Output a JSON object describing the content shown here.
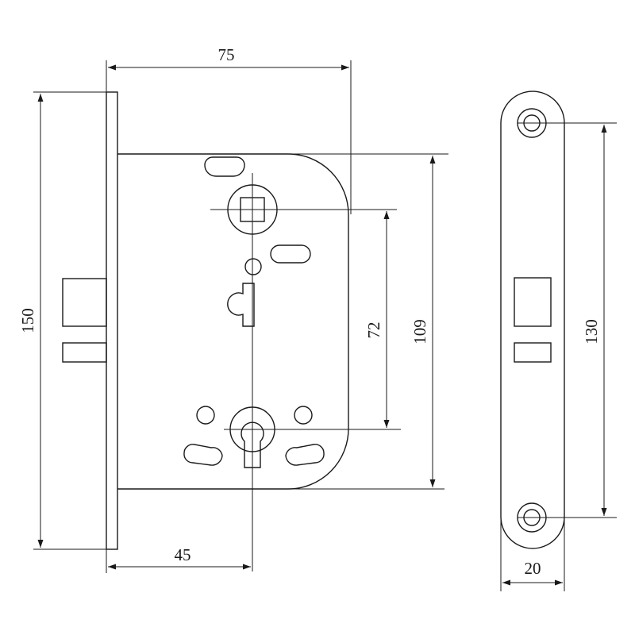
{
  "dimensions": {
    "backset_total": "75",
    "height_total": "150",
    "center_distance": "72",
    "body_height": "109",
    "backset": "45",
    "strike_hole_distance": "130",
    "strike_width": "20"
  },
  "colors": {
    "line": "#1a1a1a",
    "background": "#ffffff"
  }
}
